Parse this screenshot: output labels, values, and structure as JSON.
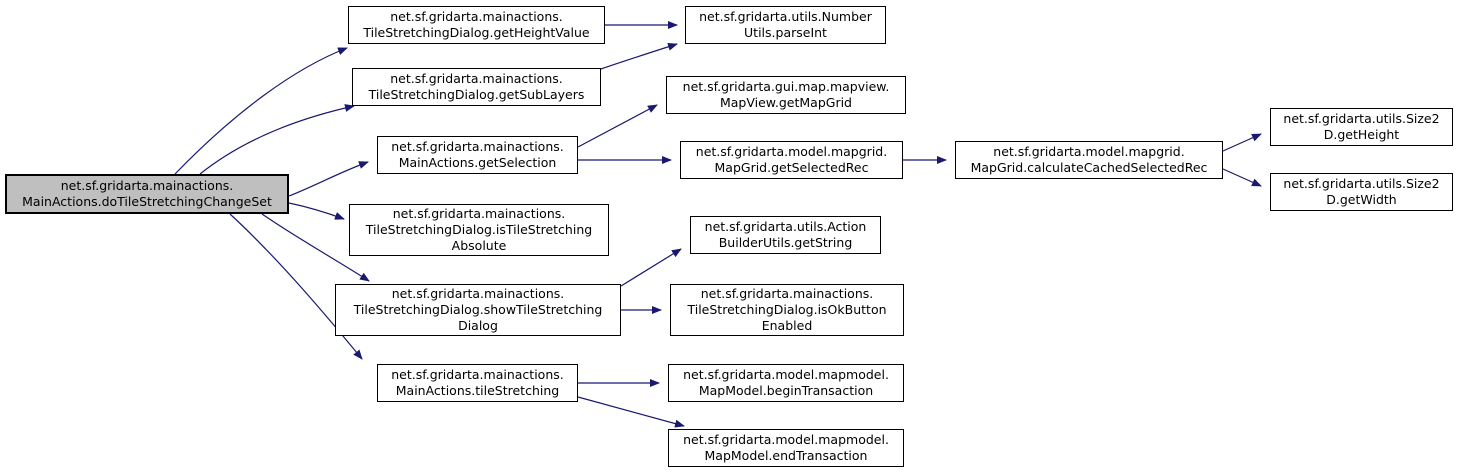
{
  "diagram": {
    "type": "call-graph",
    "orientation": "left-to-right"
  },
  "colors": {
    "edge": "#191970",
    "node_border": "#000000",
    "node_fill": "#ffffff",
    "root_node_fill": "#bfbfbf",
    "text": "#000000",
    "background": "#ffffff"
  },
  "nodes": [
    {
      "id": "doTileStretchingChangeSet",
      "label": "net.sf.gridarta.mainactions.\nMainActions.doTileStretchingChangeSet",
      "is_root": true
    },
    {
      "id": "getHeightValue",
      "label": "net.sf.gridarta.mainactions.\nTileStretchingDialog.getHeightValue",
      "is_root": false
    },
    {
      "id": "getSubLayers",
      "label": "net.sf.gridarta.mainactions.\nTileStretchingDialog.getSubLayers",
      "is_root": false
    },
    {
      "id": "getSelection",
      "label": "net.sf.gridarta.mainactions.\nMainActions.getSelection",
      "is_root": false
    },
    {
      "id": "isTileStretchingAbsolute",
      "label": "net.sf.gridarta.mainactions.\nTileStretchingDialog.isTileStretching\nAbsolute",
      "is_root": false
    },
    {
      "id": "showTileStretchingDialog",
      "label": "net.sf.gridarta.mainactions.\nTileStretchingDialog.showTileStretching\nDialog",
      "is_root": false
    },
    {
      "id": "tileStretching",
      "label": "net.sf.gridarta.mainactions.\nMainActions.tileStretching",
      "is_root": false
    },
    {
      "id": "parseInt",
      "label": "net.sf.gridarta.utils.Number\nUtils.parseInt",
      "is_root": false
    },
    {
      "id": "getMapGrid",
      "label": "net.sf.gridarta.gui.map.mapview.\nMapView.getMapGrid",
      "is_root": false
    },
    {
      "id": "getSelectedRec",
      "label": "net.sf.gridarta.model.mapgrid.\nMapGrid.getSelectedRec",
      "is_root": false
    },
    {
      "id": "getString",
      "label": "net.sf.gridarta.utils.Action\nBuilderUtils.getString",
      "is_root": false
    },
    {
      "id": "isOkButtonEnabled",
      "label": "net.sf.gridarta.mainactions.\nTileStretchingDialog.isOkButton\nEnabled",
      "is_root": false
    },
    {
      "id": "beginTransaction",
      "label": "net.sf.gridarta.model.mapmodel.\nMapModel.beginTransaction",
      "is_root": false
    },
    {
      "id": "endTransaction",
      "label": "net.sf.gridarta.model.mapmodel.\nMapModel.endTransaction",
      "is_root": false
    },
    {
      "id": "calculateCachedSelectedRec",
      "label": "net.sf.gridarta.model.mapgrid.\nMapGrid.calculateCachedSelectedRec",
      "is_root": false
    },
    {
      "id": "getHeight",
      "label": "net.sf.gridarta.utils.Size2\nD.getHeight",
      "is_root": false
    },
    {
      "id": "getWidth",
      "label": "net.sf.gridarta.utils.Size2\nD.getWidth",
      "is_root": false
    }
  ],
  "edges": [
    {
      "from": "doTileStretchingChangeSet",
      "to": "getHeightValue"
    },
    {
      "from": "doTileStretchingChangeSet",
      "to": "getSubLayers"
    },
    {
      "from": "doTileStretchingChangeSet",
      "to": "getSelection"
    },
    {
      "from": "doTileStretchingChangeSet",
      "to": "isTileStretchingAbsolute"
    },
    {
      "from": "doTileStretchingChangeSet",
      "to": "showTileStretchingDialog"
    },
    {
      "from": "doTileStretchingChangeSet",
      "to": "tileStretching"
    },
    {
      "from": "getHeightValue",
      "to": "parseInt"
    },
    {
      "from": "getSubLayers",
      "to": "parseInt"
    },
    {
      "from": "getSelection",
      "to": "getMapGrid"
    },
    {
      "from": "getSelection",
      "to": "getSelectedRec"
    },
    {
      "from": "getSelectedRec",
      "to": "calculateCachedSelectedRec"
    },
    {
      "from": "calculateCachedSelectedRec",
      "to": "getHeight"
    },
    {
      "from": "calculateCachedSelectedRec",
      "to": "getWidth"
    },
    {
      "from": "showTileStretchingDialog",
      "to": "getString"
    },
    {
      "from": "showTileStretchingDialog",
      "to": "isOkButtonEnabled"
    },
    {
      "from": "tileStretching",
      "to": "beginTransaction"
    },
    {
      "from": "tileStretching",
      "to": "endTransaction"
    }
  ]
}
